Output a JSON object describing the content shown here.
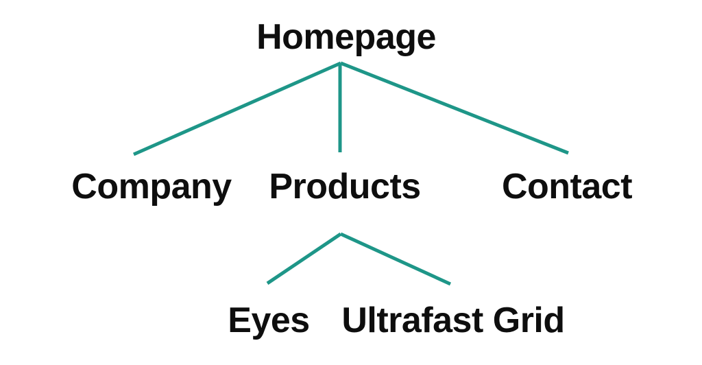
{
  "diagram": {
    "type": "sitemap-tree",
    "background": "#ffffff",
    "line_color": "#1e9688",
    "text_color": "#0e0e0e",
    "root": {
      "label": "Homepage"
    },
    "level1": [
      {
        "label": "Company"
      },
      {
        "label": "Products"
      },
      {
        "label": "Contact"
      }
    ],
    "level2": [
      {
        "label": "Eyes"
      },
      {
        "label": "Ultrafast Grid"
      }
    ]
  }
}
